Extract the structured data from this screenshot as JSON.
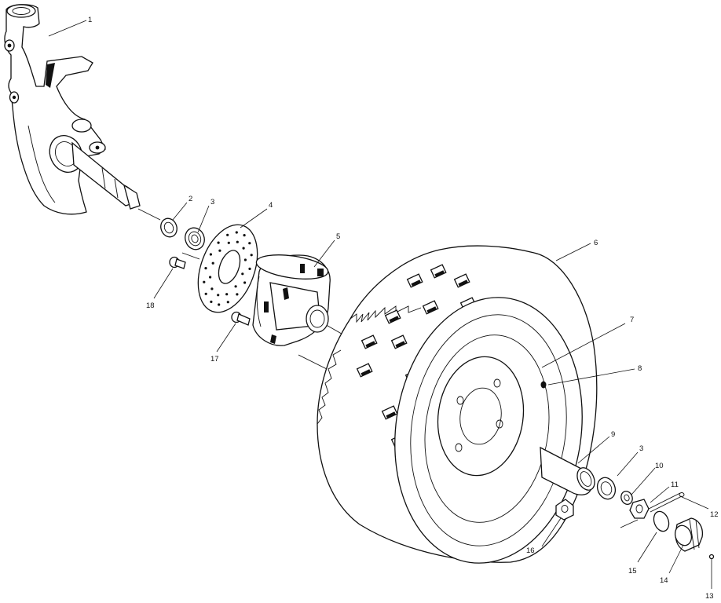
{
  "diagram": {
    "callouts": [
      {
        "id": "1",
        "text": "1"
      },
      {
        "id": "2",
        "text": "2"
      },
      {
        "id": "3a",
        "text": "3"
      },
      {
        "id": "4",
        "text": "4"
      },
      {
        "id": "5",
        "text": "5"
      },
      {
        "id": "6",
        "text": "6"
      },
      {
        "id": "7",
        "text": "7"
      },
      {
        "id": "8",
        "text": "8"
      },
      {
        "id": "9",
        "text": "9"
      },
      {
        "id": "3b",
        "text": "3"
      },
      {
        "id": "10",
        "text": "10"
      },
      {
        "id": "11",
        "text": "11"
      },
      {
        "id": "12",
        "text": "12"
      },
      {
        "id": "13",
        "text": "13"
      },
      {
        "id": "14",
        "text": "14"
      },
      {
        "id": "15",
        "text": "15"
      },
      {
        "id": "16",
        "text": "16"
      },
      {
        "id": "17",
        "text": "17"
      },
      {
        "id": "18",
        "text": "18"
      }
    ]
  }
}
